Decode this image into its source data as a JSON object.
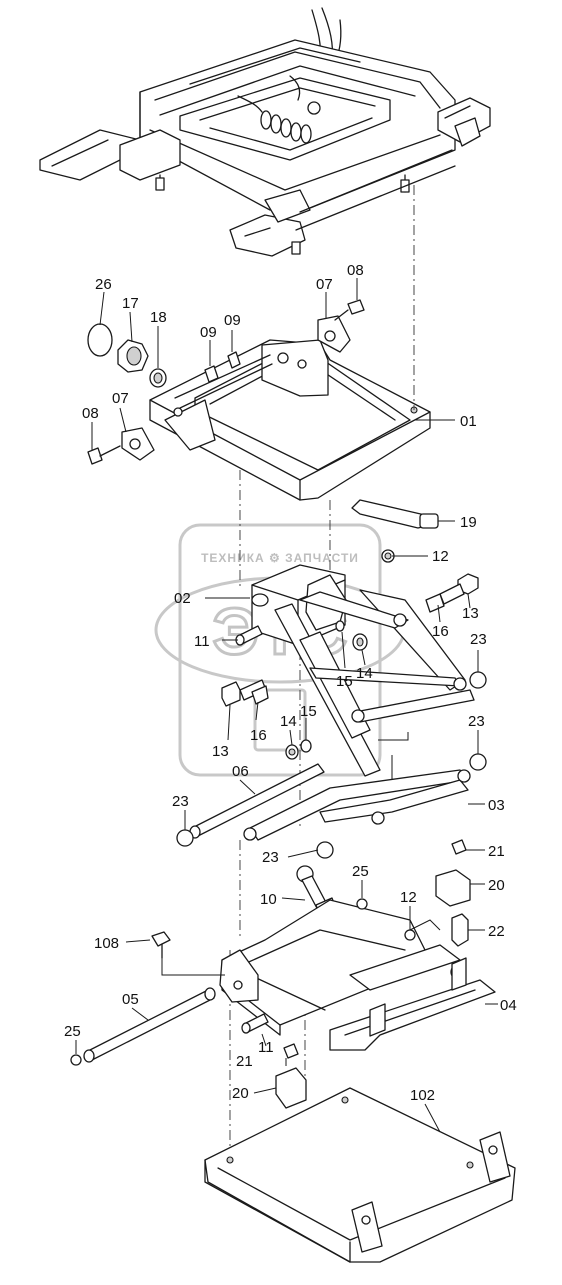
{
  "diagram": {
    "watermark": {
      "text": "ТЕХНИКА ⚙ ЗАПЧАСТИ",
      "logo": "ЭТС"
    },
    "callouts": [
      {
        "id": "c26",
        "label": "26"
      },
      {
        "id": "c17",
        "label": "17"
      },
      {
        "id": "c18",
        "label": "18"
      },
      {
        "id": "c09a",
        "label": "09"
      },
      {
        "id": "c09b",
        "label": "09"
      },
      {
        "id": "c07a",
        "label": "07"
      },
      {
        "id": "c08a",
        "label": "08"
      },
      {
        "id": "c08b",
        "label": "08"
      },
      {
        "id": "c07b",
        "label": "07"
      },
      {
        "id": "c01",
        "label": "01"
      },
      {
        "id": "c19",
        "label": "19"
      },
      {
        "id": "c12a",
        "label": "12"
      },
      {
        "id": "c02",
        "label": "02"
      },
      {
        "id": "c13a",
        "label": "13"
      },
      {
        "id": "c16a",
        "label": "16"
      },
      {
        "id": "c11a",
        "label": "11"
      },
      {
        "id": "c23a",
        "label": "23"
      },
      {
        "id": "c14a",
        "label": "14"
      },
      {
        "id": "c15a",
        "label": "15"
      },
      {
        "id": "c14b",
        "label": "14"
      },
      {
        "id": "c15b",
        "label": "15"
      },
      {
        "id": "c16b",
        "label": "16"
      },
      {
        "id": "c13b",
        "label": "13"
      },
      {
        "id": "c23b",
        "label": "23"
      },
      {
        "id": "c06",
        "label": "06"
      },
      {
        "id": "c23c",
        "label": "23"
      },
      {
        "id": "c03",
        "label": "03"
      },
      {
        "id": "c23d",
        "label": "23"
      },
      {
        "id": "c21a",
        "label": "21"
      },
      {
        "id": "c10",
        "label": "10"
      },
      {
        "id": "c25a",
        "label": "25"
      },
      {
        "id": "c20a",
        "label": "20"
      },
      {
        "id": "c12b",
        "label": "12"
      },
      {
        "id": "c22",
        "label": "22"
      },
      {
        "id": "c108",
        "label": "108"
      },
      {
        "id": "c05",
        "label": "05"
      },
      {
        "id": "c04",
        "label": "04"
      },
      {
        "id": "c25b",
        "label": "25"
      },
      {
        "id": "c11b",
        "label": "11"
      },
      {
        "id": "c21b",
        "label": "21"
      },
      {
        "id": "c20b",
        "label": "20"
      },
      {
        "id": "c102",
        "label": "102"
      }
    ]
  }
}
